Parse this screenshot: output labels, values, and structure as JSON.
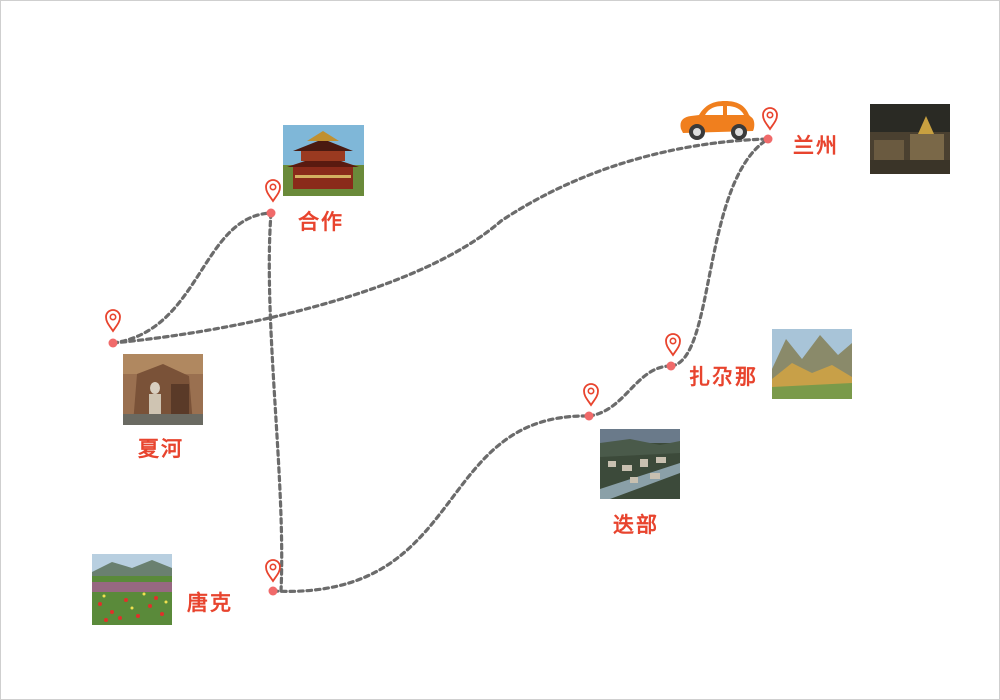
{
  "map": {
    "cities": [
      {
        "id": "lanzhou",
        "name": "兰州",
        "photo": "tibetan-monastery-photo"
      },
      {
        "id": "hezuo",
        "name": "合作",
        "photo": "temple-pavilion-photo"
      },
      {
        "id": "xiahe",
        "name": "夏河",
        "photo": "cliff-buddha-photo"
      },
      {
        "id": "tangke",
        "name": "唐克",
        "photo": "wildflower-meadow-photo"
      },
      {
        "id": "diebu",
        "name": "迭部",
        "photo": "town-aerial-photo"
      },
      {
        "id": "zhagana",
        "name": "扎尕那",
        "photo": "mountain-valley-photo"
      }
    ],
    "vehicle_icon": "car-icon",
    "marker_icon": "location-pin-icon",
    "colors": {
      "label": "#e8442e",
      "route": "#6b6b6b",
      "car": "#f07f1e",
      "pin": "#e8442e"
    }
  }
}
